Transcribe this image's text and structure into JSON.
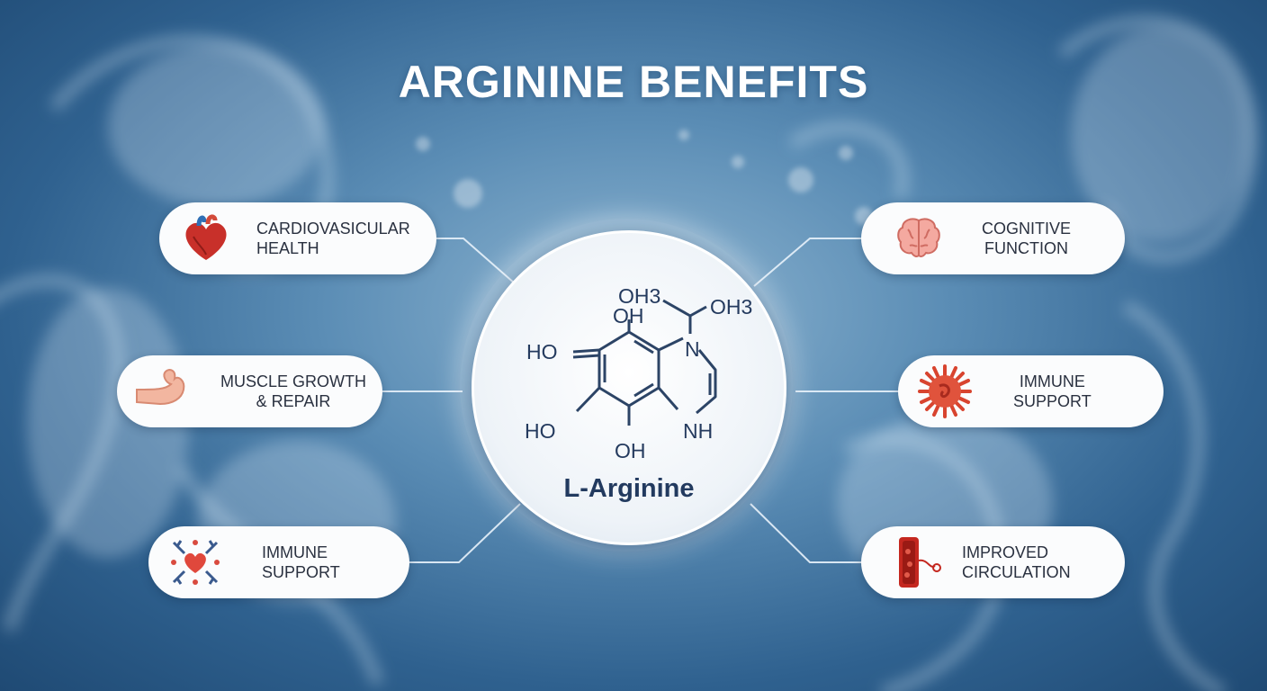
{
  "title": "ARGININE BENEFITS",
  "center": {
    "name": "L-Arginine",
    "molecule_labels": [
      "OH3",
      "OH",
      "OH3",
      "HO",
      "N",
      "HO",
      "NH",
      "OH"
    ]
  },
  "benefits": [
    {
      "line1": "CARDIOVASICULAR",
      "line2": "HEALTH",
      "icon": "heart-icon"
    },
    {
      "line1": "MUSCLE GROWTH",
      "line2": "& REPAIR",
      "icon": "flexed-arm-icon"
    },
    {
      "line1": "IMMUNE",
      "line2": "SUPPORT",
      "icon": "antibody-heart-icon"
    },
    {
      "line1": "COGNITIVE",
      "line2": "FUNCTION",
      "icon": "brain-icon"
    },
    {
      "line1": "IMMUNE",
      "line2": "SUPPORT",
      "icon": "immune-cell-icon"
    },
    {
      "line1": "IMPROVED",
      "line2": "CIRCULATION",
      "icon": "blood-vessel-icon"
    }
  ]
}
